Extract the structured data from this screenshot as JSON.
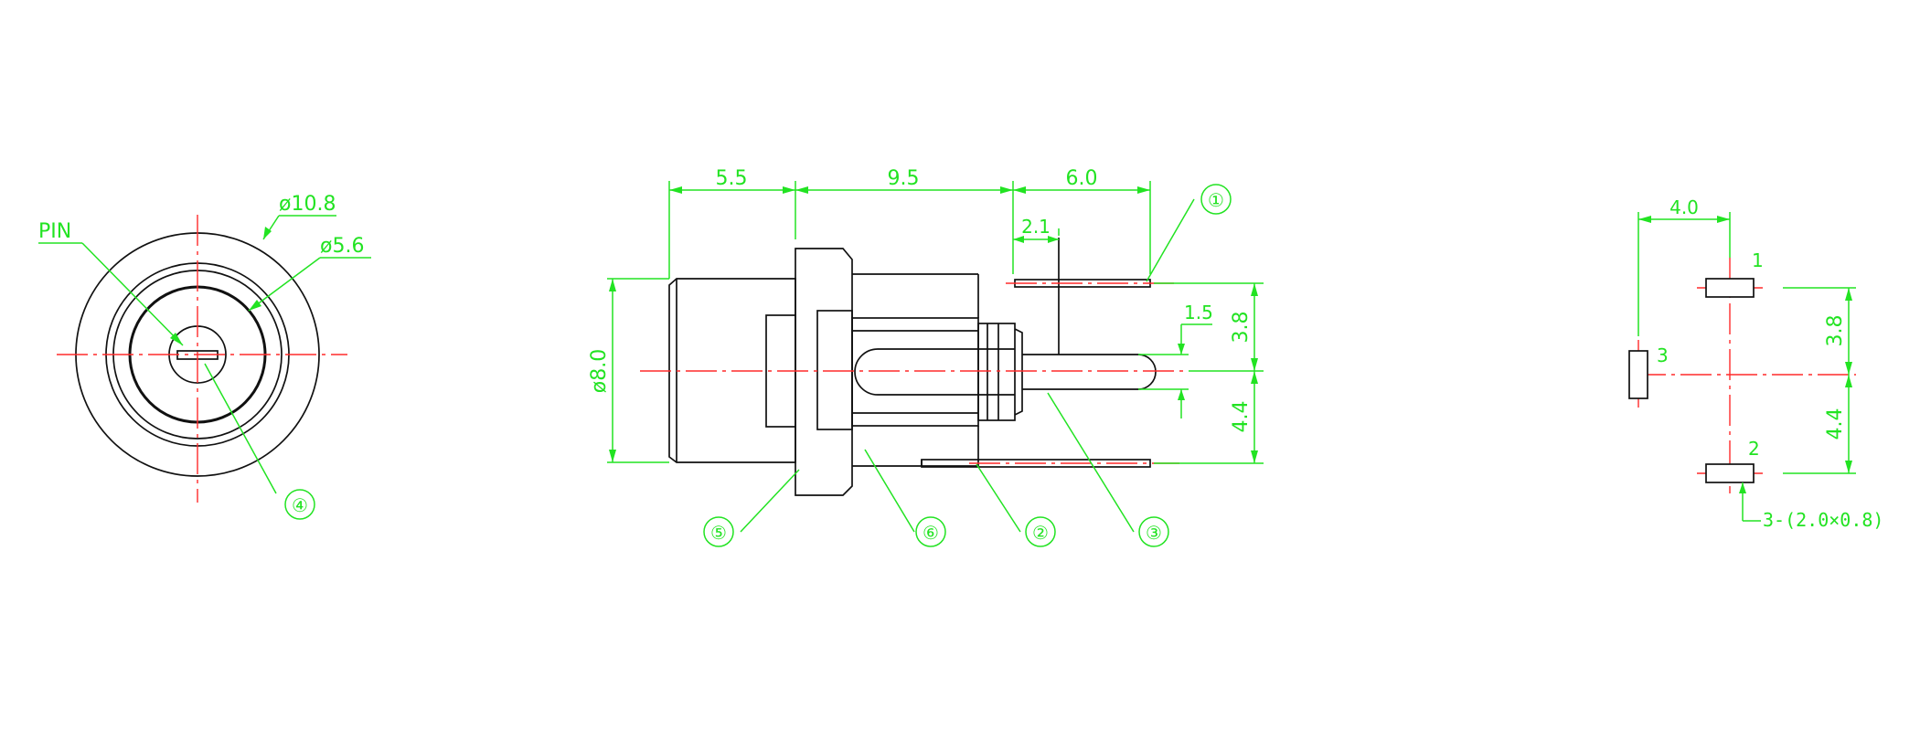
{
  "front_view": {
    "pin_label": "PIN",
    "outer_diameter": "ø10.8",
    "inner_diameter": "ø5.6",
    "callout": "④"
  },
  "side_view": {
    "dim_top_1": "5.5",
    "dim_top_2": "9.5",
    "dim_top_3": "6.0",
    "dim_pin_offset": "2.1",
    "dim_pin_height": "1.5",
    "dim_body_diameter": "ø8.0",
    "dim_upper": "3.8",
    "dim_lower": "4.4",
    "callouts": [
      "①",
      "②",
      "③",
      "⑤",
      "⑥"
    ]
  },
  "pad_view": {
    "dim_spacing": "4.0",
    "dim_upper": "3.8",
    "dim_lower": "4.4",
    "pad_1": "1",
    "pad_2": "2",
    "pad_3": "3",
    "pad_note": "3-(2.0×0.8)"
  },
  "colors": {
    "outline": "#111111",
    "dimension": "#22e322",
    "centerline": "#ff2a2a"
  }
}
